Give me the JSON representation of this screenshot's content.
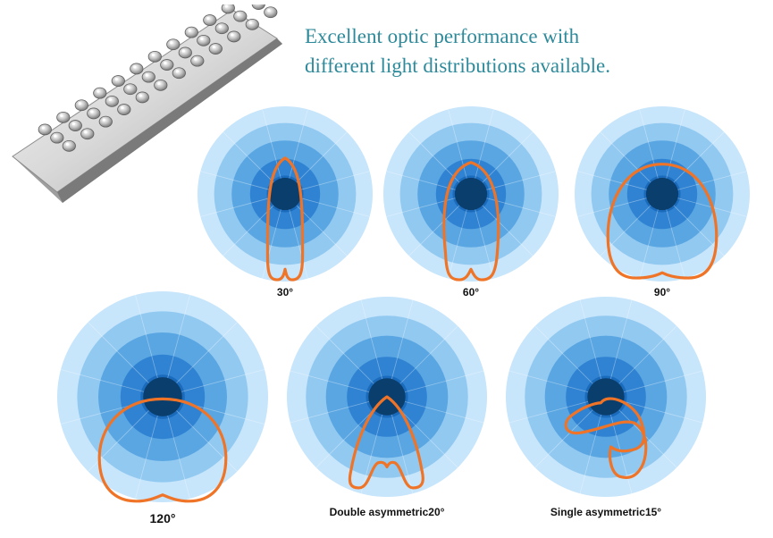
{
  "headline": {
    "line1": "Excellent optic performance with",
    "line2": "different light distributions available."
  },
  "colors": {
    "headline": "#2e8a9a",
    "rings": [
      "#c7e5fb",
      "#92c9f1",
      "#5aa6e2",
      "#2f83d2",
      "#1b6bbd",
      "#0a3e6d"
    ],
    "curve": "#ef7427"
  },
  "product": {
    "name": "led-lens-module-image",
    "lens_columns": 12,
    "lens_rows": 3
  },
  "diagrams": [
    {
      "label": "30°",
      "shape": "narrow"
    },
    {
      "label": "60°",
      "shape": "medium"
    },
    {
      "label": "90°",
      "shape": "wide"
    },
    {
      "label": "120°",
      "shape": "extra-wide"
    },
    {
      "label": "Double asymmetric20°",
      "shape": "double-asymmetric"
    },
    {
      "label": "Single asymmetric15°",
      "shape": "single-asymmetric"
    }
  ]
}
